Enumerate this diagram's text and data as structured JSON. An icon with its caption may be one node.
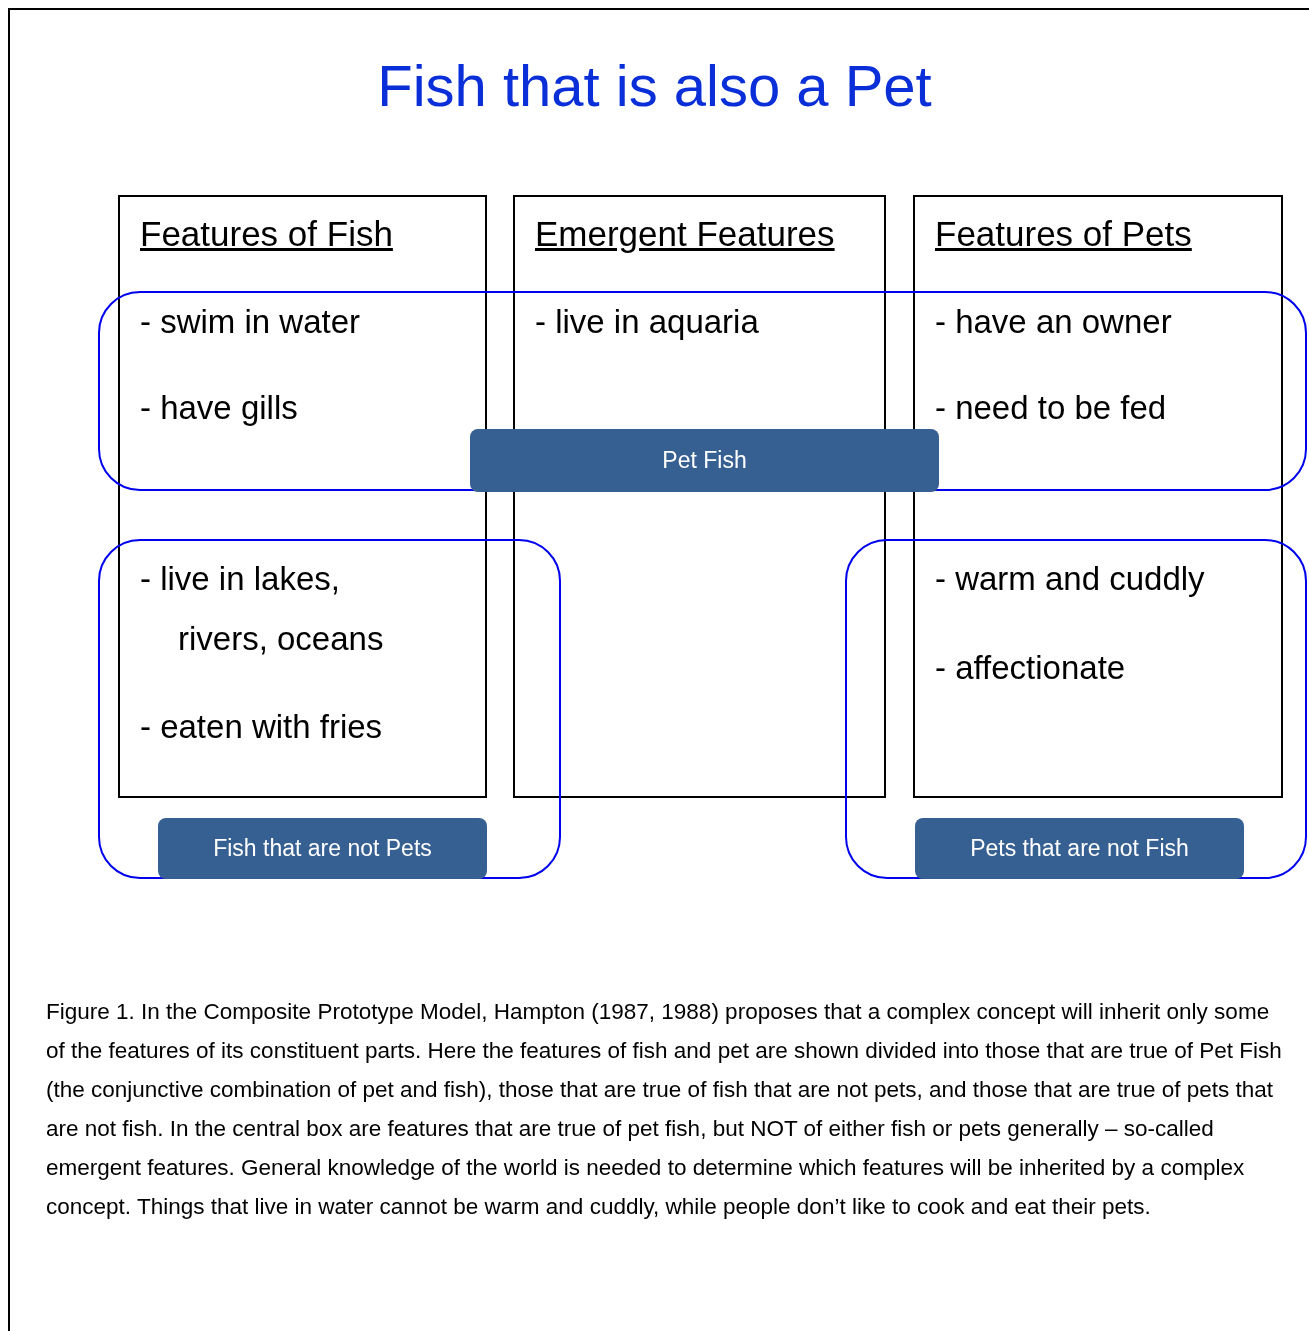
{
  "diagram": {
    "title": "Fish that is also a Pet",
    "caption": "Figure 1. In the Composite Prototype Model, Hampton (1987, 1988) proposes that a complex concept will inherit only some of the features of its constituent parts. Here the features of fish and pet are shown divided into those that are true of Pet Fish (the conjunctive combination of pet and fish), those that are true of fish that are not pets, and those that are true of pets that are not fish. In the central box are features that are true of pet fish, but NOT of either fish or pets generally – so-called emergent features. General knowledge of the world is needed to determine which features will be inherited by a complex concept. Things that live in water cannot be warm and cuddly, while people don’t like to cook and eat their pets.",
    "nodes": [
      {
        "text": [
          "Features of Fish",
          "- swim in water",
          "- have gills"
        ]
      },
      {
        "text": [
          "Emergent Features",
          "- live in aquaria"
        ]
      },
      {
        "text": [
          "Features of Pets",
          "- have an owner",
          "- need to be fed"
        ]
      },
      {
        "text": [],
        "shape": "box"
      },
      {
        "text": [
          "- live in lakes, rivers, oceans",
          "- eaten with fries"
        ]
      },
      {
        "text": [
          "- warm and cuddly",
          "- affectionate"
        ]
      },
      {
        "text": [
          "Pet Fish"
        ],
        "in": 3
      },
      {
        "text": [
          "Fish that are not Pets"
        ],
        "in": 4
      },
      {
        "text": [
          "Pets that are not Fish"
        ],
        "in": 5
      }
    ],
    "edges": []
  }
}
